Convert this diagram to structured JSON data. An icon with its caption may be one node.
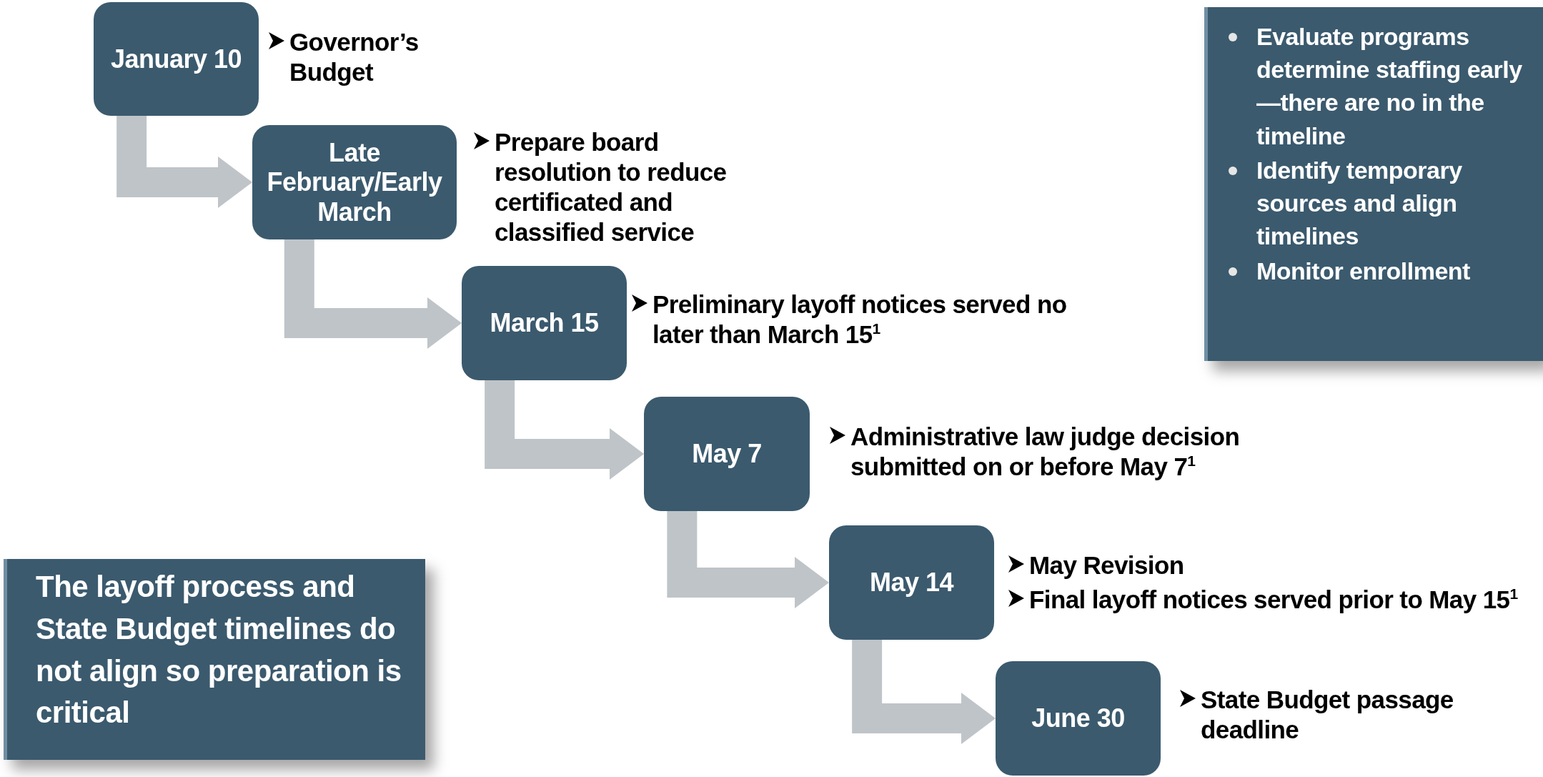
{
  "diagram": {
    "nodes": [
      {
        "text": [
          "January 10"
        ],
        "beside": [
          "Governor’s Budget"
        ]
      },
      {
        "text": [
          "Late February/Early March"
        ],
        "beside": [
          "Prepare board resolution to reduce certificated and classified service"
        ]
      },
      {
        "text": [
          "March 15"
        ],
        "beside": [
          "Preliminary layoff notices served no later than March 15$^{1}$"
        ]
      },
      {
        "text": [
          "May 7"
        ],
        "beside": [
          "Administrative law judge decision submitted on or before May 7$^{1}$"
        ]
      },
      {
        "text": [
          "May 14"
        ],
        "beside": [
          "May Revision",
          "Final layoff notices served prior to May 15$^{1}$"
        ]
      },
      {
        "text": [
          "June 30"
        ],
        "beside": [
          "State Budget passage deadline"
        ]
      },
      {
        "text": [
          "Evaluate programs determine staffing early—there are no in the timeline",
          "Identify temporary sources and align timelines",
          "Monitor enrollment"
        ]
      },
      {
        "text": [
          "The layoff process and State Budget timelines do not align so preparation is critical"
        ]
      }
    ],
    "edges": [
      {
        "from": 0,
        "to": 1,
        "arrow": "to"
      },
      {
        "from": 1,
        "to": 2,
        "arrow": "to"
      },
      {
        "from": 2,
        "to": 3,
        "arrow": "to"
      },
      {
        "from": 3,
        "to": 4,
        "arrow": "to"
      },
      {
        "from": 4,
        "to": 5,
        "arrow": "to"
      }
    ]
  }
}
